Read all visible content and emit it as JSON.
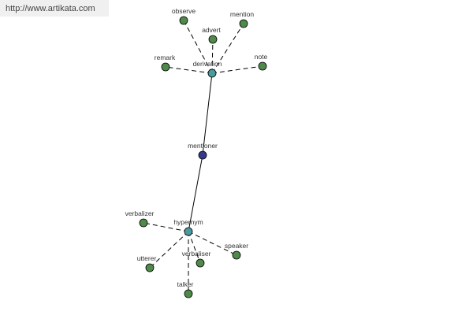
{
  "watermark": {
    "text": "http://www.artikata.com"
  },
  "colors": {
    "leaf": "#4f8a4a",
    "hub": "#4b9aa0",
    "center": "#363a8c"
  },
  "nodes": [
    {
      "id": "mentioner",
      "label": "mentioner",
      "kind": "center"
    },
    {
      "id": "derivation",
      "label": "derivation",
      "kind": "hub"
    },
    {
      "id": "hypernym",
      "label": "hypernym",
      "kind": "hub"
    },
    {
      "id": "observe",
      "label": "observe",
      "kind": "leaf"
    },
    {
      "id": "mention",
      "label": "mention",
      "kind": "leaf"
    },
    {
      "id": "advert",
      "label": "advert",
      "kind": "leaf"
    },
    {
      "id": "remark",
      "label": "remark",
      "kind": "leaf"
    },
    {
      "id": "note",
      "label": "note",
      "kind": "leaf"
    },
    {
      "id": "verbalizer",
      "label": "verbalizer",
      "kind": "leaf"
    },
    {
      "id": "speaker",
      "label": "speaker",
      "kind": "leaf"
    },
    {
      "id": "utterer",
      "label": "utterer",
      "kind": "leaf"
    },
    {
      "id": "verbaliser",
      "label": "verbaliser",
      "kind": "leaf"
    },
    {
      "id": "talker",
      "label": "talker",
      "kind": "leaf"
    }
  ],
  "edges": [
    {
      "from": "mentioner",
      "to": "derivation",
      "style": "solid"
    },
    {
      "from": "mentioner",
      "to": "hypernym",
      "style": "solid"
    },
    {
      "from": "derivation",
      "to": "observe",
      "style": "dashed"
    },
    {
      "from": "derivation",
      "to": "mention",
      "style": "dashed"
    },
    {
      "from": "derivation",
      "to": "advert",
      "style": "dashed"
    },
    {
      "from": "derivation",
      "to": "remark",
      "style": "dashed"
    },
    {
      "from": "derivation",
      "to": "note",
      "style": "dashed"
    },
    {
      "from": "hypernym",
      "to": "verbalizer",
      "style": "dashed"
    },
    {
      "from": "hypernym",
      "to": "speaker",
      "style": "dashed"
    },
    {
      "from": "hypernym",
      "to": "utterer",
      "style": "dashed"
    },
    {
      "from": "hypernym",
      "to": "verbaliser",
      "style": "dashed"
    },
    {
      "from": "hypernym",
      "to": "talker",
      "style": "dashed"
    }
  ]
}
